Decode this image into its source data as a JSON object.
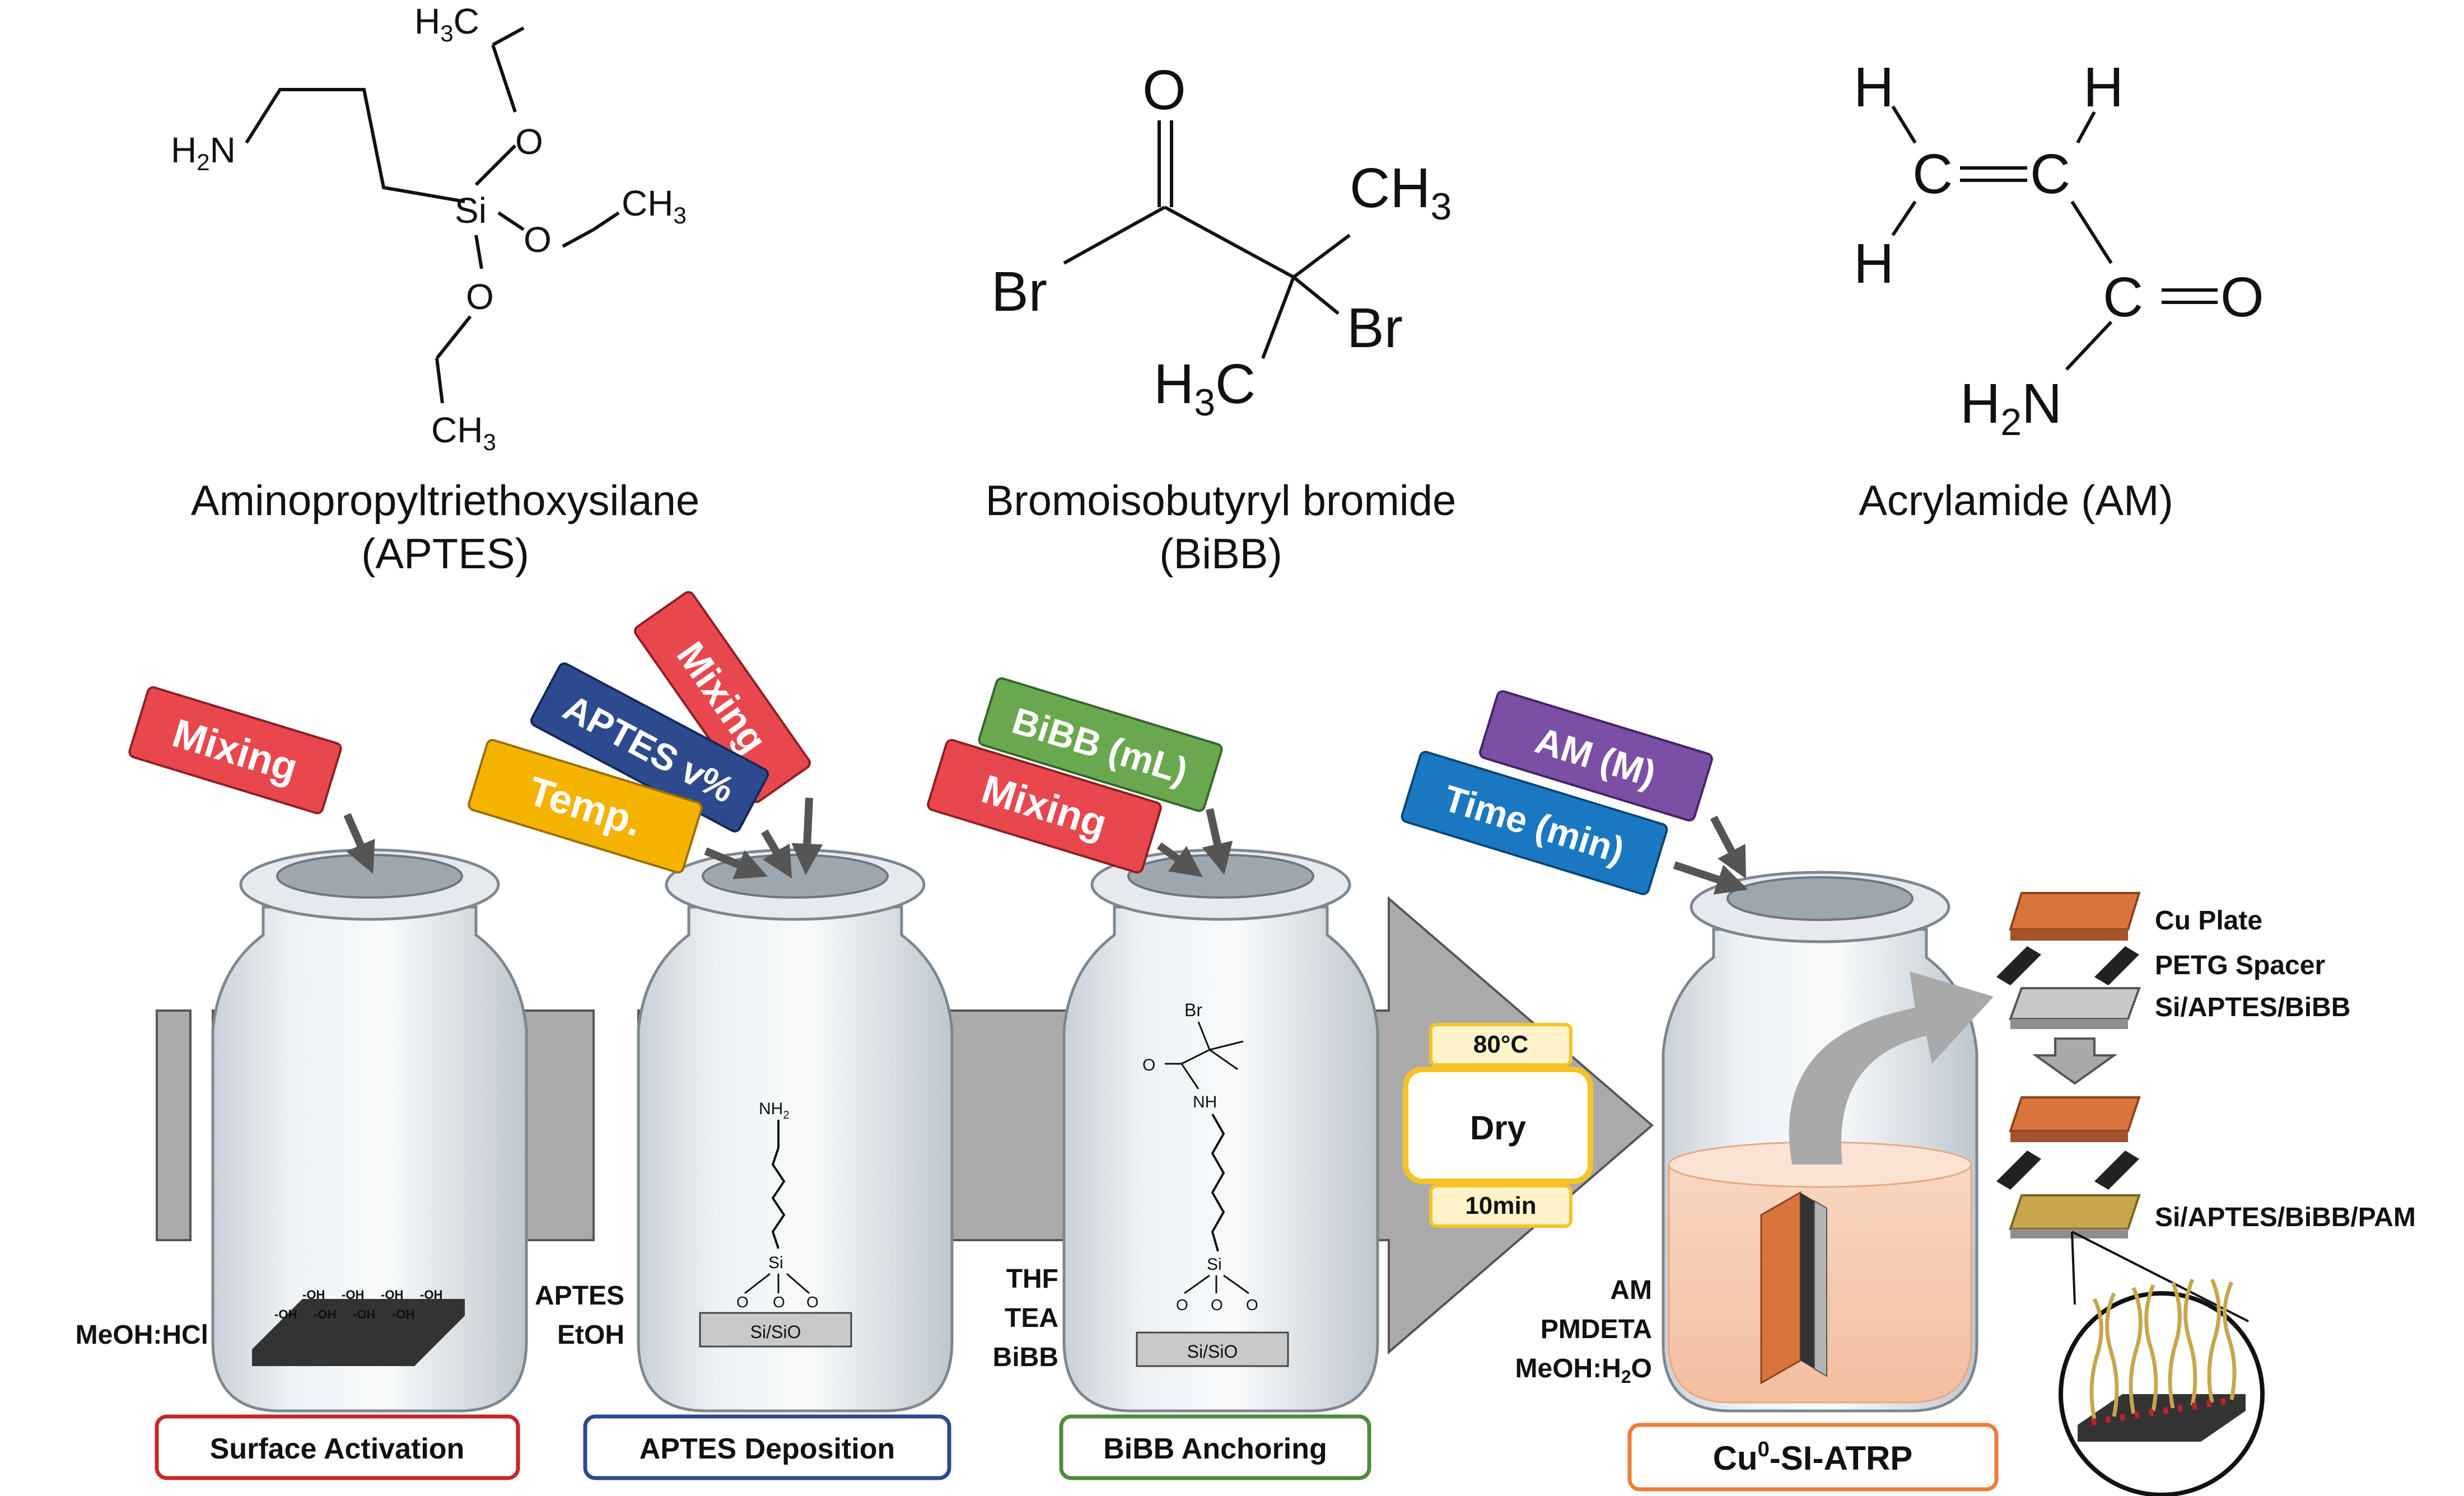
{
  "molecules": {
    "aptes": {
      "name": "Aminopropyltriethoxysilane",
      "abbr": "(APTES)",
      "atoms": {
        "h3c_top_H": "H",
        "h3c_top_3": "3",
        "h3c_top_C": "C",
        "h2n_H": "H",
        "h2n_2": "2",
        "h2n_N": "N",
        "o_upper": "O",
        "si": "Si",
        "o_right": "O",
        "o_lower": "O",
        "ch3_right_C": "CH",
        "ch3_right_3": "3",
        "ch3_bottom_C": "CH",
        "ch3_bottom_3": "3"
      }
    },
    "bibb": {
      "name": "Bromoisobutyryl bromide",
      "abbr": "(BiBB)",
      "atoms": {
        "o": "O",
        "br_left": "Br",
        "ch3_C": "CH",
        "ch3_3": "3",
        "br_right": "Br",
        "h3c_H": "H",
        "h3c_3": "3",
        "h3c_C": "C"
      }
    },
    "am": {
      "name": "Acrylamide (AM)",
      "atoms": {
        "h_tl": "H",
        "h_tr": "H",
        "c1": "C",
        "c2": "C",
        "h_l": "H",
        "c3": "C",
        "o": "O",
        "h2n_H": "H",
        "h2n_2": "2",
        "h2n_N": "N"
      }
    }
  },
  "tags": {
    "v1_mixing": "Mixing",
    "v2_temp": "Temp.",
    "v2_aptes": "APTES v%",
    "v2_mixing": "Mixing",
    "v3_mixing": "Mixing",
    "v3_bibb": "BiBB (mL)",
    "v4_time": "Time (min)",
    "v4_am": "AM (M)"
  },
  "vials": {
    "v1": {
      "solvent": "MeOH:HCl",
      "surface_oh": "-OH",
      "step": "Surface Activation"
    },
    "v2": {
      "reagents": [
        "APTES",
        "EtOH"
      ],
      "substrate": "Si/SiO",
      "nh2": "NH",
      "nh2_sub": "2",
      "si": "Si",
      "o": "O",
      "step": "APTES Deposition"
    },
    "v3": {
      "reagents": [
        "THF",
        "TEA",
        "BiBB"
      ],
      "substrate": "Si/SiO",
      "br": "Br",
      "o_carbonyl": "O",
      "nh": "NH",
      "si": "Si",
      "o": "O",
      "step": "BiBB Anchoring"
    },
    "v4": {
      "reagents": [
        "AM",
        "PMDETA",
        "MeOH:H"
      ],
      "reagent_sub": "2",
      "reagent_tail": "O",
      "step_main": "Cu",
      "step_sup": "0",
      "step_tail": "-SI-ATRP"
    }
  },
  "dry": {
    "temp": "80°C",
    "label": "Dry",
    "time": "10min"
  },
  "stack": {
    "cu_plate": "Cu Plate",
    "petg_spacer": "PETG Spacer",
    "substrate": "Si/APTES/BiBB",
    "result": "Si/APTES/BiBB/PAM"
  },
  "colors": {
    "red": "#E8474E",
    "blue_dark": "#2E4A8E",
    "orange": "#F5B301",
    "green": "#6AA84F",
    "purple": "#7B4FA3",
    "blue": "#1A78C2",
    "dry_yellow": "#F5C325",
    "copper": "#D8743C",
    "arrow_gray": "#A9A9A9",
    "step_red": "#C62828",
    "step_blue": "#2E4A8E",
    "step_green": "#4E8A3A",
    "step_orange": "#EE7D3A"
  }
}
